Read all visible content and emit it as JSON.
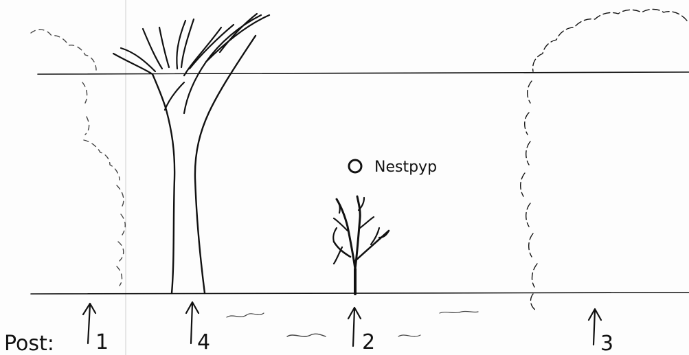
{
  "post_label": "Post:",
  "nest_label": "Nestpyp",
  "posts": [
    {
      "id": "1",
      "label": "1"
    },
    {
      "id": "4",
      "label": "4"
    },
    {
      "id": "2",
      "label": "2"
    },
    {
      "id": "3",
      "label": "3"
    }
  ],
  "icons": {
    "nest": "nest-circle-icon",
    "tree": "tree-icon",
    "sapling": "sapling-icon",
    "bush": "bush-outline-icon",
    "arrow": "up-arrow-icon"
  }
}
